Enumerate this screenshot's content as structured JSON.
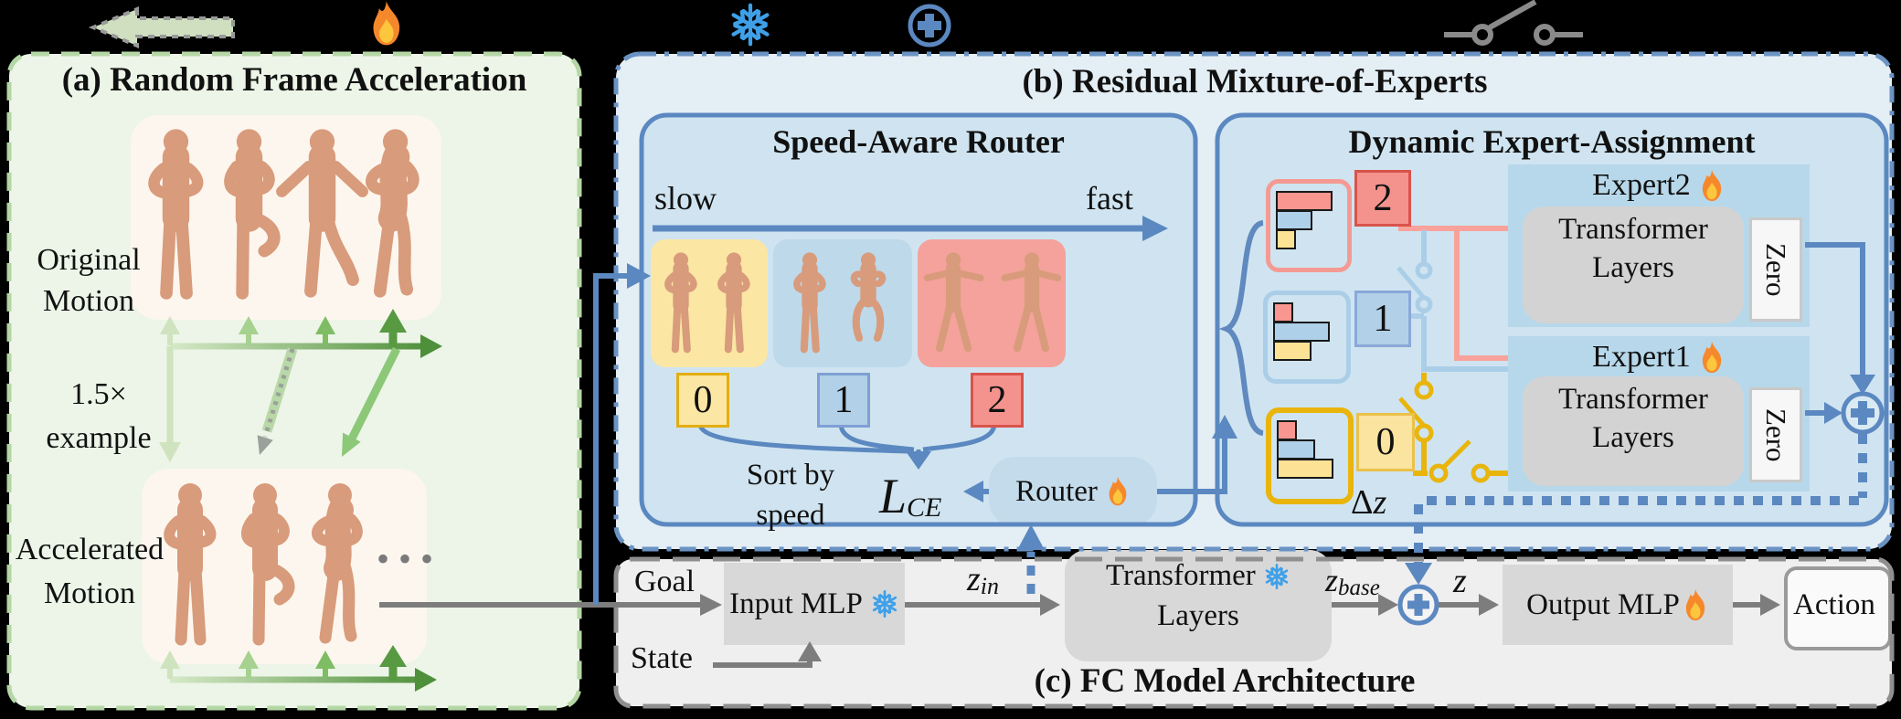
{
  "panel_a": {
    "title": "(a) Random Frame Acceleration",
    "original_line1": "Original",
    "original_line2": "Motion",
    "example_line1": "1.5×",
    "example_line2": "example",
    "accelerated_line1": "Accelerated",
    "accelerated_line2": "Motion",
    "dots": "• • •"
  },
  "panel_b": {
    "title": "(b) Residual Mixture-of-Experts",
    "router": {
      "title": "Speed-Aware Router",
      "slow_label": "slow",
      "fast_label": "fast",
      "group_labels": [
        "0",
        "1",
        "2"
      ],
      "sort_line1": "Sort by",
      "sort_line2": "speed",
      "loss_symbol": "L",
      "loss_subscript": "CE",
      "router_label": "Router"
    },
    "assignment": {
      "title": "Dynamic Expert-Assignment",
      "charts": [
        {
          "label": "2",
          "bars": [
            62,
            40,
            22
          ]
        },
        {
          "label": "1",
          "bars": [
            22,
            62,
            42
          ]
        },
        {
          "label": "0",
          "bars": [
            22,
            42,
            62
          ]
        }
      ],
      "expert2_title": "Expert2",
      "expert1_title": "Expert1",
      "transformer_line1": "Transformer",
      "transformer_line2": "Layers",
      "zero_label": "Zero",
      "delta_symbol": "Δ",
      "delta_var": "z"
    }
  },
  "panel_c": {
    "title": "(c) FC Model Architecture",
    "goal_label": "Goal",
    "state_label": "State",
    "input_mlp": "Input MLP",
    "z_in_base": "z",
    "z_in_sub": "in",
    "transformer_line1": "Transformer",
    "transformer_line2": "Layers",
    "z_base_base": "z",
    "z_base_sub": "base",
    "z_label": "z",
    "output_mlp": "Output MLP",
    "action_label": "Action"
  },
  "colors": {
    "blue_accent": "#5b88c0",
    "panel_b_bg": "#e4eef5",
    "inner_blue_bg": "#cfe4f0",
    "panel_a_bg": "#ecf5e7",
    "panel_c_bg": "#efefef",
    "group_slow_yellow": "#fbe6a3",
    "group_mid_blue": "#bdd9ea",
    "group_fast_red": "#f4a29b",
    "expert_bg": "#b7d8ea",
    "gray_box": "#d8d8d8",
    "wire_pink": "#f8a29b",
    "wire_lightblue": "#abcee8",
    "wire_yellow": "#e9b50c",
    "green_dark": "#4e8f3a",
    "skin": "#d89b7b"
  }
}
